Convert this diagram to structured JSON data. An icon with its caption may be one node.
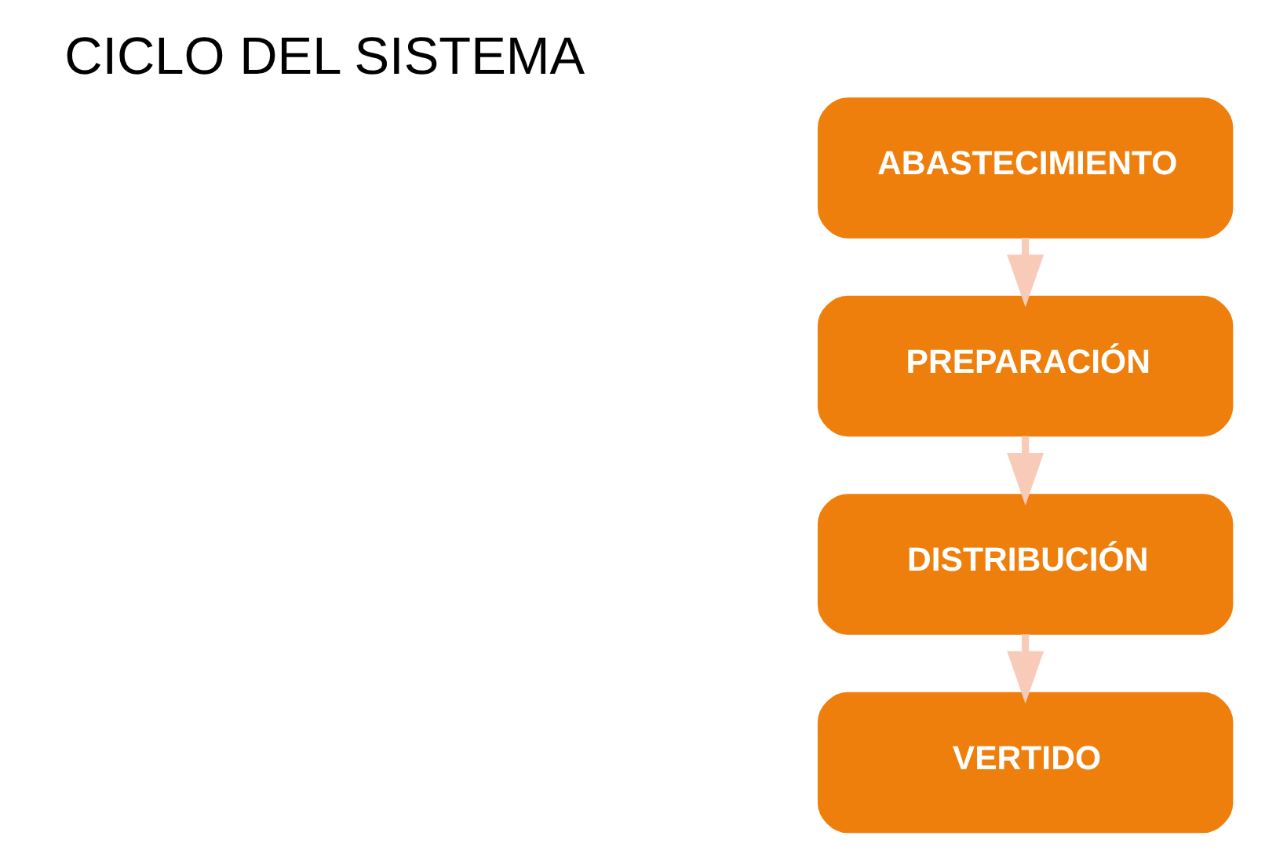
{
  "diagram": {
    "title": "CICLO DEL SISTEMA",
    "nodes": [
      {
        "text": [
          "ABASTECIMIENTO"
        ]
      },
      {
        "text": [
          "PREPARACIÓN"
        ]
      },
      {
        "text": [
          "DISTRIBUCIÓN"
        ]
      },
      {
        "text": [
          "VERTIDO"
        ]
      }
    ],
    "edges": [
      {
        "from": 0,
        "to": 1,
        "arrow": "to"
      },
      {
        "from": 1,
        "to": 2,
        "arrow": "to"
      },
      {
        "from": 2,
        "to": 3,
        "arrow": "to"
      }
    ]
  }
}
